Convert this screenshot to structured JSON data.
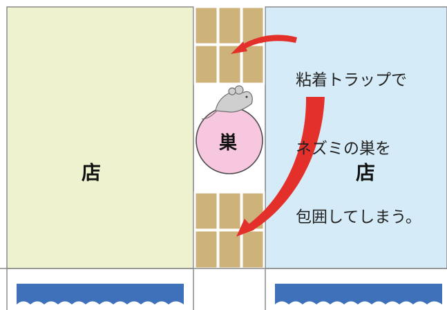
{
  "stores": {
    "left": {
      "label": "店",
      "fill": "#eef2cf"
    },
    "right": {
      "label": "店",
      "fill": "#d5ecf8"
    }
  },
  "nest": {
    "label": "巣",
    "fill": "#f7c7df"
  },
  "annotation": {
    "lines": [
      "粘着トラップで",
      "ネズミの巣を",
      "包囲してしまう。"
    ]
  },
  "colors": {
    "trap": "#cdb27a",
    "arrow": "#e3302b",
    "awning": "#3f71bb",
    "outline": "#8a8a8a"
  },
  "icons": [
    "rat-icon",
    "arrow-icon"
  ]
}
